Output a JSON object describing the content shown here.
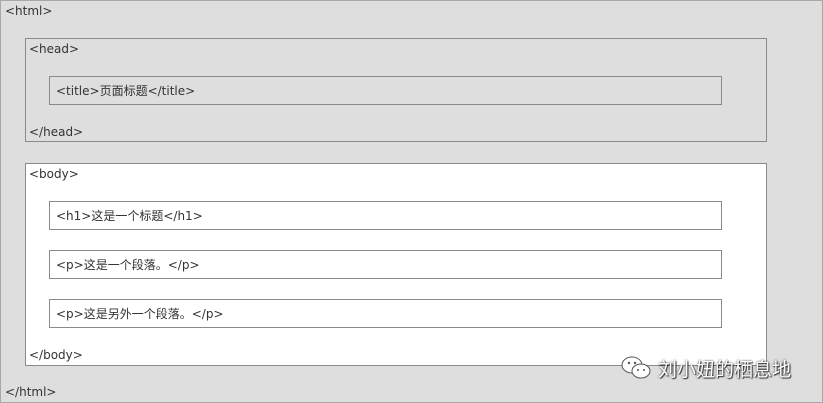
{
  "diagram": {
    "html_open": "<html>",
    "html_close": "</html>",
    "head": {
      "open": "<head>",
      "close": "</head>",
      "title": "<title>页面标题</title>"
    },
    "body": {
      "open": "<body>",
      "close": "</body>",
      "elements": [
        "<h1>这是一个标题</h1>",
        "<p>这是一个段落。</p>",
        "<p>这是另外一个段落。</p>"
      ]
    }
  },
  "watermark": {
    "text": "刘小妞的栖息地",
    "icon": "wechat-icon"
  }
}
